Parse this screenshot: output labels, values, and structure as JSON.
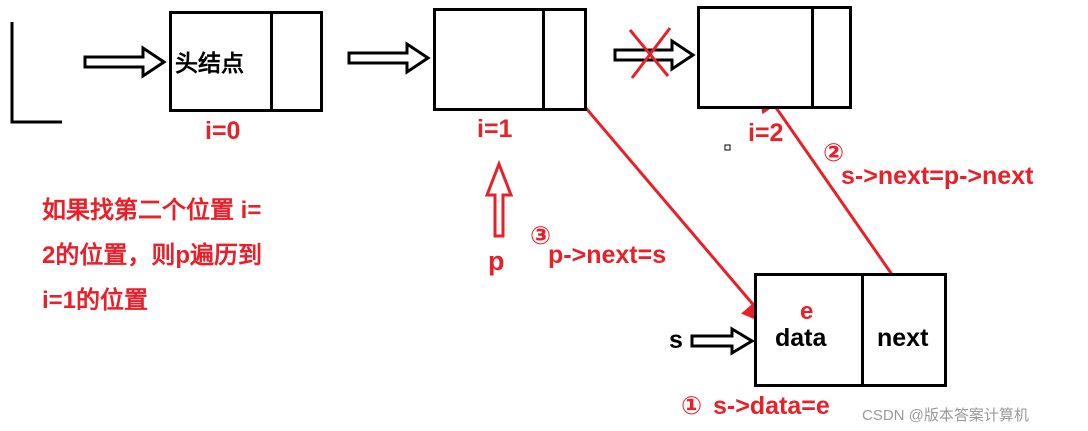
{
  "colors": {
    "annotation": "#e8202a",
    "structure": "#000000",
    "watermark": "#9a9a9a"
  },
  "nodes": {
    "head_node_label": "头结点",
    "index_0": "i=0",
    "index_1": "i=1",
    "index_2": "i=2"
  },
  "pointer_p": {
    "label": "p"
  },
  "new_node": {
    "pointer_label": "s",
    "data_value": "e",
    "data_field": "data",
    "next_field": "next"
  },
  "steps": {
    "step1_marker": "①",
    "step1_text": "s->data=e",
    "step2_marker": "②",
    "step2_text": "s->next=p->next",
    "step3_marker": "③",
    "step3_text": "p->next=s"
  },
  "explanation": {
    "line1": "如果找第二个位置 i=",
    "line2": "2的位置，则p遍历到",
    "line3": "i=1的位置"
  },
  "removed_link_icon": "cross-mark-icon",
  "watermark": "CSDN @版本答案计算机"
}
